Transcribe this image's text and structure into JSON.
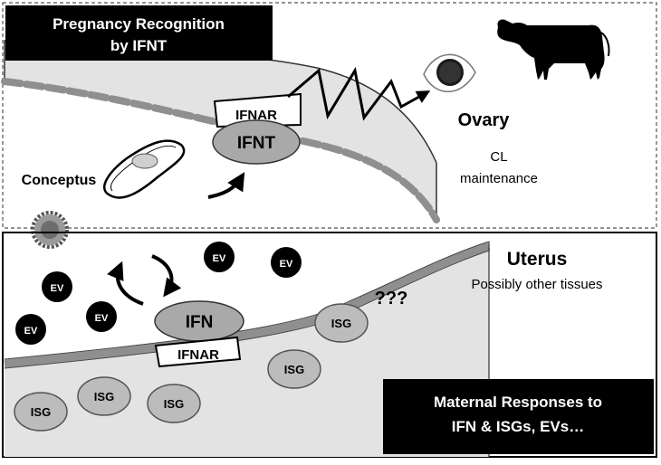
{
  "top_panel": {
    "title_line1": "Pregnancy Recognition",
    "title_line2": "by IFNT",
    "receptor_label": "IFNAR",
    "ligand_label": "IFNT",
    "conceptus_label": "Conceptus",
    "ovary_label": "Ovary",
    "cl_line1": "CL",
    "cl_line2": "maintenance"
  },
  "bottom_panel": {
    "uterus_label": "Uterus",
    "other_tissues": "Possibly other tissues",
    "unknown_mark": "???",
    "ligand_label": "IFN",
    "receptor_label": "IFNAR",
    "ev_label": "EV",
    "isg_label": "ISG",
    "response_line1": "Maternal Responses to",
    "response_line2": "IFN & ISGs, EVs…"
  },
  "icons": [
    "cow-icon",
    "ovary-icon",
    "signal-zigzag-arrow-icon",
    "extracellular-vesicle-icon"
  ],
  "colors": {
    "black": "#000000",
    "tissue_fill": "#e3e3e3",
    "membrane": "#8f8f8f",
    "ifn_oval": "#a9a9a9",
    "isg_oval": "#bcbcbc"
  }
}
